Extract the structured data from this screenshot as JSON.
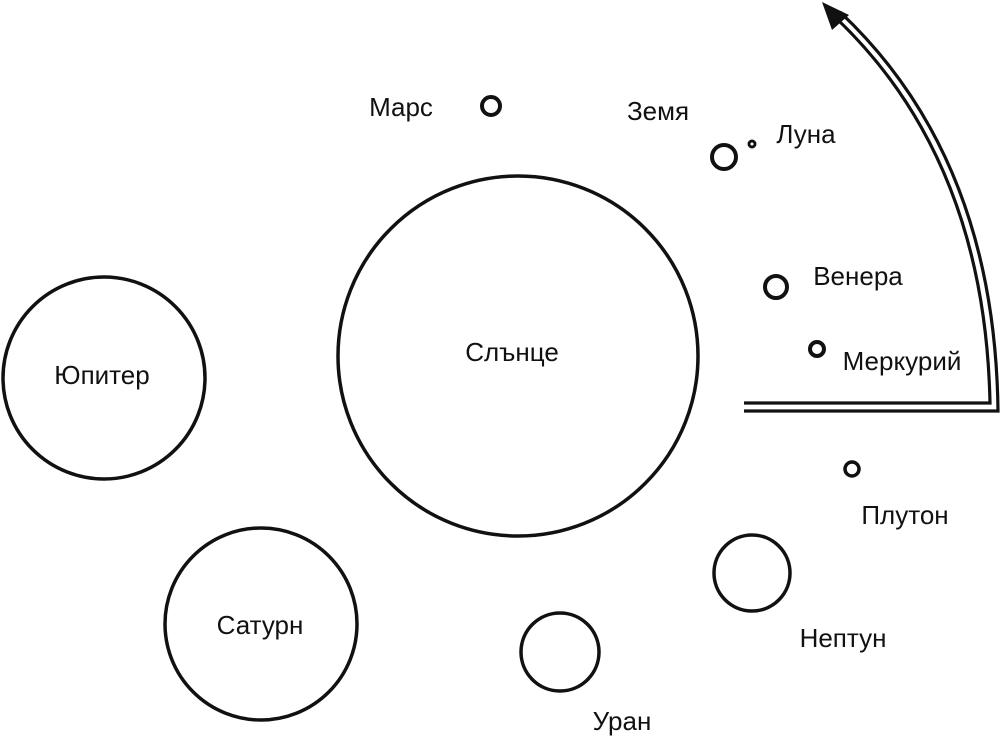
{
  "bodies": {
    "sun": "Слънце",
    "mercury": "Меркурий",
    "venus": "Венера",
    "earth": "Земя",
    "moon": "Луна",
    "mars": "Марс",
    "jupiter": "Юпитер",
    "saturn": "Сатурн",
    "uranus": "Уран",
    "neptune": "Нептун",
    "pluto": "Плутон"
  },
  "colors": {
    "ink": "#111111",
    "background": "#ffffff"
  }
}
